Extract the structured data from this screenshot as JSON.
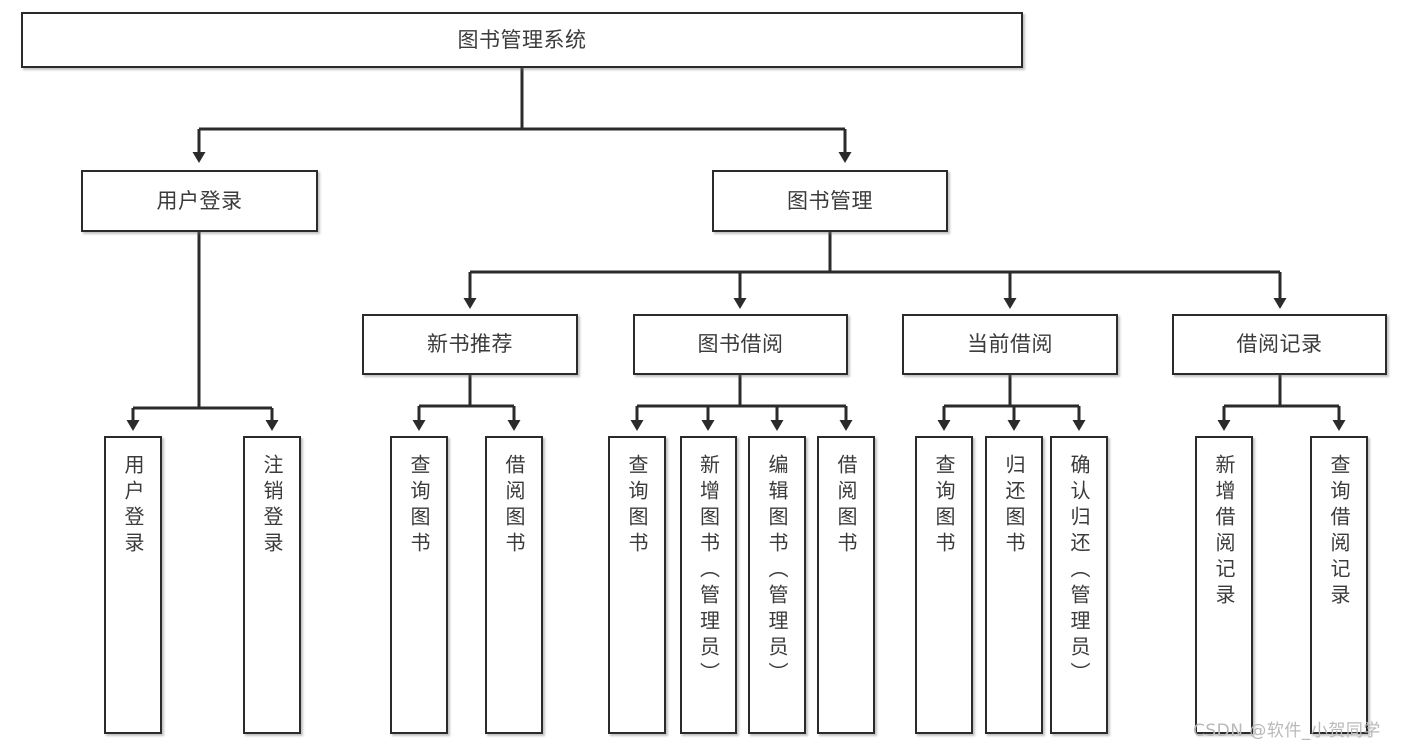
{
  "diagram": {
    "title": "图书管理系统",
    "type": "tree-hierarchy",
    "watermark": "CSDN @软件_小贺同学",
    "colors": {
      "box_border": "#2b2b2b",
      "box_fill": "#ffffff",
      "text": "#3b3b3b",
      "connector": "#2b2b2b",
      "watermark": "#b9b9b9"
    },
    "levels": {
      "root": {
        "label": "图书管理系统"
      },
      "level2": [
        {
          "id": "user-login",
          "label": "用户登录"
        },
        {
          "id": "book-management",
          "label": "图书管理"
        }
      ],
      "level3": [
        {
          "id": "new-book-recommend",
          "label": "新书推荐"
        },
        {
          "id": "book-borrow",
          "label": "图书借阅"
        },
        {
          "id": "current-borrow",
          "label": "当前借阅"
        },
        {
          "id": "borrow-record",
          "label": "借阅记录"
        }
      ],
      "leaves": {
        "user_login": [
          {
            "id": "leaf-user-login",
            "label": "用户登录"
          },
          {
            "id": "leaf-logout-login",
            "label": "注销登录"
          }
        ],
        "new_book_recommend": [
          {
            "id": "leaf-query-book-1",
            "label": "查询图书"
          },
          {
            "id": "leaf-borrow-book-1",
            "label": "借阅图书"
          }
        ],
        "book_borrow": [
          {
            "id": "leaf-query-book-2",
            "label": "查询图书"
          },
          {
            "id": "leaf-add-book",
            "label": "新增图书（管理员）"
          },
          {
            "id": "leaf-edit-book",
            "label": "编辑图书（管理员）"
          },
          {
            "id": "leaf-borrow-book-2",
            "label": "借阅图书"
          }
        ],
        "current_borrow": [
          {
            "id": "leaf-query-book-3",
            "label": "查询图书"
          },
          {
            "id": "leaf-return-book",
            "label": "归还图书"
          },
          {
            "id": "leaf-confirm-return",
            "label": "确认归还（管理员）"
          }
        ],
        "borrow_record": [
          {
            "id": "leaf-add-borrow-record",
            "label": "新增借阅记录"
          },
          {
            "id": "leaf-query-borrow-record",
            "label": "查询借阅记录"
          }
        ]
      }
    }
  }
}
